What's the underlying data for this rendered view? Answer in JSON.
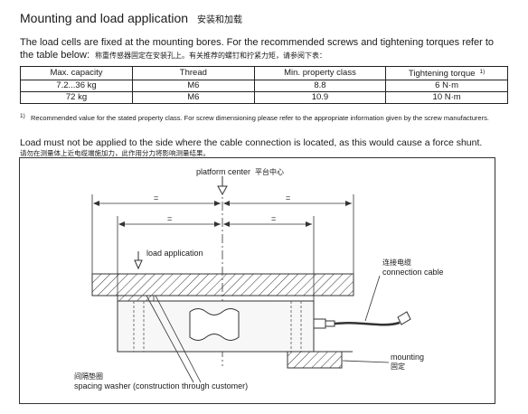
{
  "heading": {
    "title": "Mounting and load application",
    "title_cn": "安装和加载"
  },
  "intro": {
    "text": "The load cells are fixed at the mounting bores. For the recommended screws and tightening torques refer to the table below:",
    "text_cn": "称重传感器固定在安装孔上。有关推荐的螺钉和拧紧力矩，请参阅下表："
  },
  "table": {
    "headers": [
      "Max. capacity",
      "Thread",
      "Min. property class",
      "Tightening torque"
    ],
    "torque_footnote_mark": "1)",
    "rows": [
      [
        "7.2...36 kg",
        "M6",
        "8.8",
        "6 N·m"
      ],
      [
        "72 kg",
        "M6",
        "10.9",
        "10 N·m"
      ]
    ]
  },
  "footnote": {
    "mark": "1)",
    "text": "Recommended value for the stated property class. For screw dimensioning please refer to the appropriate information given by the screw manufacturers."
  },
  "warning": {
    "text": "Load must not be applied to the side where the cable connection is located, as this would cause a force shunt.",
    "text_cn": "请勿在测量体上近电缆端施加力，此作用分力将影响测量结果。"
  },
  "diagram": {
    "platform_center": "platform center",
    "platform_center_cn": "平台中心",
    "eq": "=",
    "load_application": "load application",
    "cable_cn": "连接电缆",
    "cable": "connection cable",
    "mounting": "mounting",
    "mounting_cn": "固定",
    "washer_cn": "间隔垫圈",
    "washer": "spacing washer (construction through customer)"
  }
}
